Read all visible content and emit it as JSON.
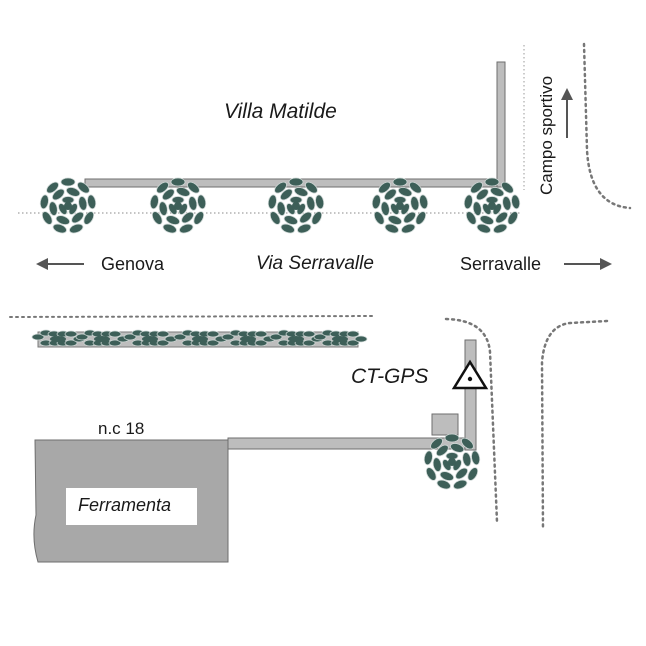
{
  "map": {
    "place_label": "Villa Matilde",
    "road_label": "Via Serravalle",
    "direction_left": "Genova",
    "direction_right": "Serravalle",
    "side_label": "Campo sportivo",
    "station_label": "CT-GPS",
    "civic_number": "n.c 18",
    "building_label": "Ferramenta"
  },
  "colors": {
    "foliage": "#3d5f58",
    "foliage_outline": "#cfd8d6",
    "wall": "#bdbdbd",
    "building": "#a8a8a8",
    "arrow": "#555555",
    "dotted_line": "#777777"
  },
  "icons": [
    "tree-icon",
    "hedge-icon",
    "survey-benchmark-icon",
    "arrow-left-icon",
    "arrow-right-icon",
    "arrow-up-icon"
  ]
}
